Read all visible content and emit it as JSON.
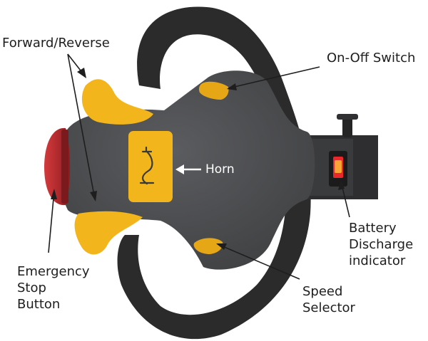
{
  "labels": {
    "forward_reverse": "Forward/Reverse",
    "on_off_switch": "On-Off Switch",
    "horn": "Horn",
    "battery": [
      "Battery",
      "Discharge",
      "indicator"
    ],
    "emergency_stop": [
      "Emergency",
      "Stop",
      "Button"
    ],
    "speed_selector": [
      "Speed",
      "Selector"
    ]
  },
  "colors": {
    "handle": "#2b2b2b",
    "body": "#4b4c4e",
    "accent": "#f2b51c",
    "emergency": "#b8262b",
    "indicator": "#e8282a",
    "label_text": "#1e1e1e"
  },
  "icons": {
    "horn": "horn-icon"
  }
}
